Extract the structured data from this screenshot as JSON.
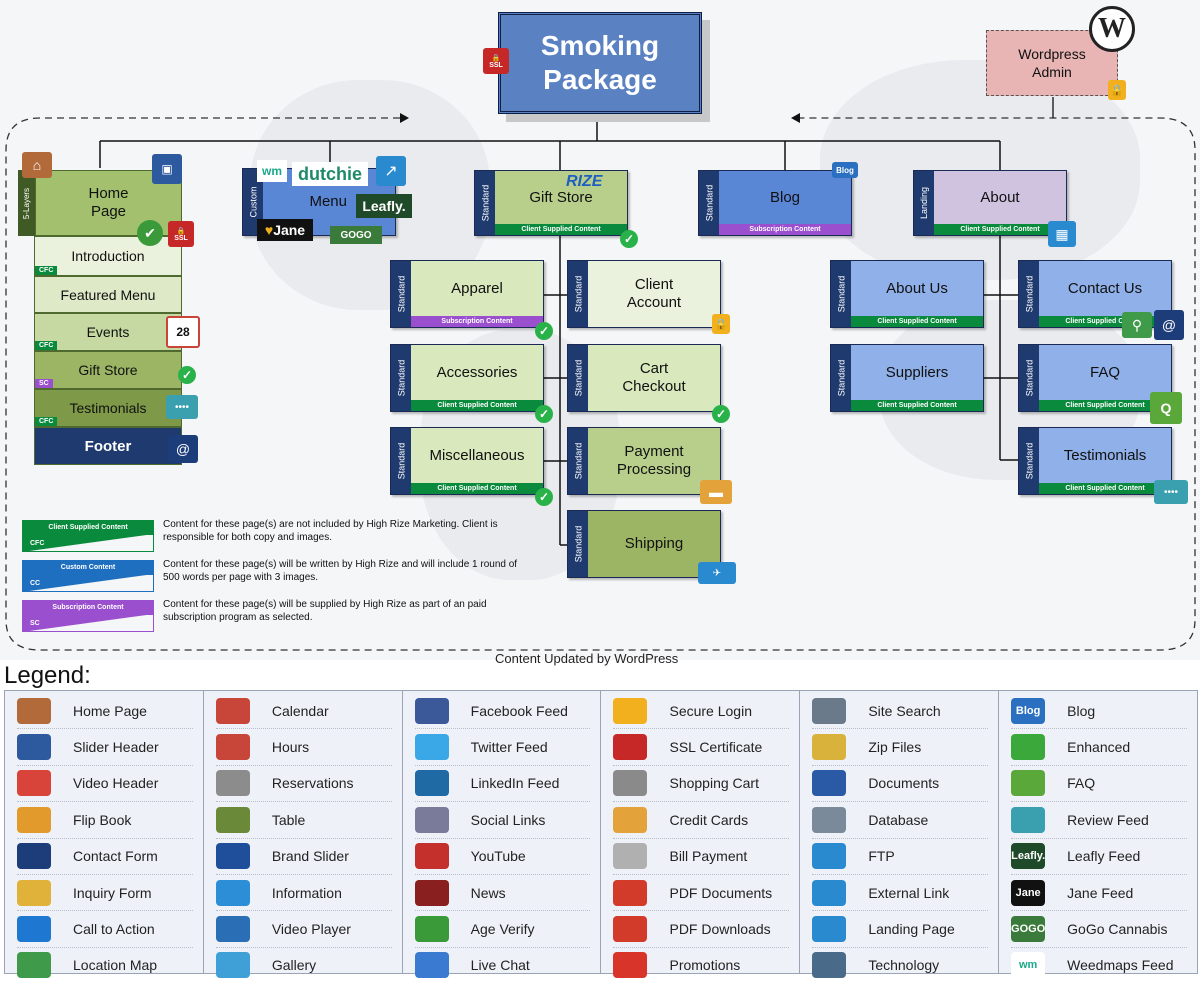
{
  "header": {
    "title_line1": "Smoking",
    "title_line2": "Package",
    "ssl_label": "SSL",
    "wp_admin_line1": "Wordpress",
    "wp_admin_line2": "Admin",
    "wp_logo_letter": "W"
  },
  "home_stack": {
    "side_label": "5-Layers",
    "home_line1": "Home",
    "home_line2": "Page",
    "rows": [
      {
        "label": "Introduction",
        "tag": "CFC"
      },
      {
        "label": "Featured Menu",
        "tag": ""
      },
      {
        "label": "Events",
        "tag": "CFC"
      },
      {
        "label": "Gift Store",
        "tag": "SC"
      },
      {
        "label": "Testimonials",
        "tag": "CFC"
      },
      {
        "label": "Footer",
        "tag": ""
      }
    ],
    "calendar_number": "28"
  },
  "menu_node": {
    "side_label": "Custom",
    "title": "Menu",
    "dutchie": "dutchie",
    "leafly": "Leafly.",
    "jane": "Jane",
    "wm": "wm",
    "gogo": "GOGO"
  },
  "nodes": {
    "gift_store": {
      "side": "Standard",
      "title": "Gift Store",
      "bar": "Client Supplied Content",
      "logo": "RIZE"
    },
    "blog": {
      "side": "Standard",
      "title": "Blog",
      "bar": "Subscription Content",
      "badge": "Blog"
    },
    "about": {
      "side": "Landing",
      "title": "About",
      "bar": "Client Supplied Content"
    },
    "apparel": {
      "side": "Standard",
      "title": "Apparel",
      "bar": "Subscription Content"
    },
    "accessories": {
      "side": "Standard",
      "title": "Accessories",
      "bar": "Client Supplied Content"
    },
    "miscellaneous": {
      "side": "Standard",
      "title": "Miscellaneous",
      "bar": "Client Supplied Content"
    },
    "client_account": {
      "side": "Standard",
      "title_line1": "Client",
      "title_line2": "Account"
    },
    "cart_checkout": {
      "side": "Standard",
      "title_line1": "Cart",
      "title_line2": "Checkout"
    },
    "payment_processing": {
      "side": "Standard",
      "title_line1": "Payment",
      "title_line2": "Processing"
    },
    "shipping": {
      "side": "Standard",
      "title": "Shipping"
    },
    "about_us": {
      "side": "Standard",
      "title": "About Us",
      "bar": "Client Supplied Content"
    },
    "suppliers": {
      "side": "Standard",
      "title": "Suppliers",
      "bar": "Client Supplied Content"
    },
    "contact_us": {
      "side": "Standard",
      "title": "Contact Us",
      "bar": "Client Supplied Content"
    },
    "faq": {
      "side": "Standard",
      "title": "FAQ",
      "bar": "Client Supplied Content"
    },
    "testimonials": {
      "side": "Standard",
      "title": "Testimonials",
      "bar": "Client Supplied Content"
    }
  },
  "content_key": [
    {
      "bar": "Client Supplied Content",
      "tag": "CFC",
      "color": "#0a8a3c",
      "desc": "Content for these page(s) are not included by High Rize Marketing. Client is responsible for both copy and images."
    },
    {
      "bar": "Custom Content",
      "tag": "CC",
      "color": "#1f6fc0",
      "desc": "Content for these page(s) will be written by High Rize and will include 1 round of 500 words per page with 3 images."
    },
    {
      "bar": "Subscription Content",
      "tag": "SC",
      "color": "#9a4fcf",
      "desc": "Content for these page(s) will be supplied by High Rize as part of an paid subscription program as selected."
    }
  ],
  "footer_caption": "Content Updated by WordPress",
  "legend_title": "Legend:",
  "legend": [
    [
      {
        "icon": "home-icon",
        "label": "Home Page",
        "color": "#b26a3a"
      },
      {
        "icon": "slider-header-icon",
        "label": "Slider Header",
        "color": "#2d5a9e"
      },
      {
        "icon": "video-header-icon",
        "label": "Video Header",
        "color": "#d8433a"
      },
      {
        "icon": "flip-book-icon",
        "label": "Flip Book",
        "color": "#e39a2c"
      },
      {
        "icon": "contact-form-icon",
        "label": "Contact Form",
        "color": "#1d3c7a"
      },
      {
        "icon": "inquiry-form-icon",
        "label": "Inquiry Form",
        "color": "#e0b23a"
      },
      {
        "icon": "call-to-action-icon",
        "label": "Call to Action",
        "color": "#1e78d2"
      },
      {
        "icon": "location-map-icon",
        "label": "Location Map",
        "color": "#3f9a4a"
      }
    ],
    [
      {
        "icon": "calendar-icon",
        "label": "Calendar",
        "color": "#c8453a"
      },
      {
        "icon": "hours-icon",
        "label": "Hours",
        "color": "#c8453a"
      },
      {
        "icon": "reservations-icon",
        "label": "Reservations",
        "color": "#8c8c8c"
      },
      {
        "icon": "table-icon",
        "label": "Table",
        "color": "#6a8a3a"
      },
      {
        "icon": "brand-slider-icon",
        "label": "Brand Slider",
        "color": "#1f4f9a"
      },
      {
        "icon": "information-icon",
        "label": "Information",
        "color": "#2c8ed6"
      },
      {
        "icon": "video-player-icon",
        "label": "Video Player",
        "color": "#2a6fb5"
      },
      {
        "icon": "gallery-icon",
        "label": "Gallery",
        "color": "#3fa0d8"
      }
    ],
    [
      {
        "icon": "facebook-feed-icon",
        "label": "Facebook Feed",
        "color": "#3b5998"
      },
      {
        "icon": "twitter-feed-icon",
        "label": "Twitter Feed",
        "color": "#3aa7e6"
      },
      {
        "icon": "linkedin-feed-icon",
        "label": "LinkedIn Feed",
        "color": "#1f6aa5"
      },
      {
        "icon": "social-links-icon",
        "label": "Social Links",
        "color": "#7a7a9a"
      },
      {
        "icon": "youtube-icon",
        "label": "YouTube",
        "color": "#c4302b"
      },
      {
        "icon": "news-icon",
        "label": "News",
        "color": "#8a1f1f"
      },
      {
        "icon": "age-verify-icon",
        "label": "Age Verify",
        "color": "#3a9a3a"
      },
      {
        "icon": "live-chat-icon",
        "label": "Live Chat",
        "color": "#3a7ad0"
      }
    ],
    [
      {
        "icon": "secure-login-icon",
        "label": "Secure Login",
        "color": "#f2b01e"
      },
      {
        "icon": "ssl-certificate-icon",
        "label": "SSL Certificate",
        "color": "#c62828"
      },
      {
        "icon": "shopping-cart-icon",
        "label": "Shopping Cart",
        "color": "#8a8a8a"
      },
      {
        "icon": "credit-cards-icon",
        "label": "Credit Cards",
        "color": "#e3a23a"
      },
      {
        "icon": "bill-payment-icon",
        "label": "Bill Payment",
        "color": "#b0b0b0"
      },
      {
        "icon": "pdf-documents-icon",
        "label": "PDF Documents",
        "color": "#d23a2a"
      },
      {
        "icon": "pdf-downloads-icon",
        "label": "PDF Downloads",
        "color": "#d23a2a"
      },
      {
        "icon": "promotions-icon",
        "label": "Promotions",
        "color": "#d8342a"
      }
    ],
    [
      {
        "icon": "site-search-icon",
        "label": "Site Search",
        "color": "#6a7a8a"
      },
      {
        "icon": "zip-files-icon",
        "label": "Zip Files",
        "color": "#d8b23a"
      },
      {
        "icon": "documents-icon",
        "label": "Documents",
        "color": "#2a5aa5"
      },
      {
        "icon": "database-icon",
        "label": "Database",
        "color": "#7a8a9a"
      },
      {
        "icon": "ftp-icon",
        "label": "FTP",
        "color": "#2a8ad0"
      },
      {
        "icon": "external-link-icon",
        "label": "External Link",
        "color": "#2a8ad0"
      },
      {
        "icon": "landing-page-icon",
        "label": "Landing Page",
        "color": "#2a8ad0"
      },
      {
        "icon": "technology-icon",
        "label": "Technology",
        "color": "#4a6a8a"
      }
    ],
    [
      {
        "icon": "blog-icon",
        "label": "Blog",
        "color": "#2a6fc0",
        "text": "Blog"
      },
      {
        "icon": "enhanced-icon",
        "label": "Enhanced",
        "color": "#3aa83a"
      },
      {
        "icon": "faq-icon",
        "label": "FAQ",
        "color": "#5aa83a"
      },
      {
        "icon": "review-feed-icon",
        "label": "Review Feed",
        "color": "#3aa0b0"
      },
      {
        "icon": "leafly-feed-icon",
        "label": "Leafly Feed",
        "color": "#1f4a2a",
        "text": "Leafly."
      },
      {
        "icon": "jane-feed-icon",
        "label": "Jane Feed",
        "color": "#111111",
        "text": "Jane"
      },
      {
        "icon": "gogo-cannabis-icon",
        "label": "GoGo Cannabis",
        "color": "#3a7a3a",
        "text": "GOGO"
      },
      {
        "icon": "weedmaps-feed-icon",
        "label": "Weedmaps Feed",
        "color": "#ffffff",
        "text": "wm"
      }
    ]
  ]
}
